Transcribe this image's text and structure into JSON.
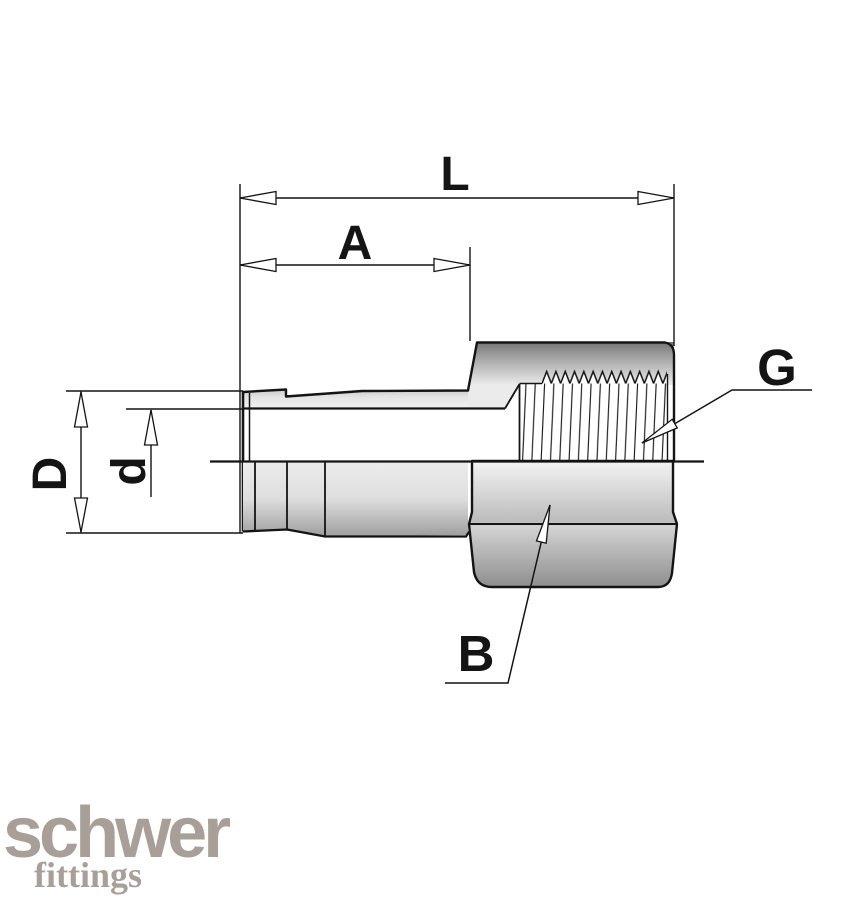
{
  "drawing": {
    "type": "technical-drawing",
    "subject": "tube fitting with welding nipple and female threaded hex nut, half-section side view",
    "line_color": "#141414",
    "labels": {
      "overall_length": "L",
      "nipple_length": "A",
      "outer_diameter": "D",
      "inner_diameter": "d",
      "thread": "G",
      "hex_body": "B"
    }
  },
  "logo": {
    "brand": "schwer",
    "subtitle": "fittings",
    "color": "#a8a098"
  }
}
